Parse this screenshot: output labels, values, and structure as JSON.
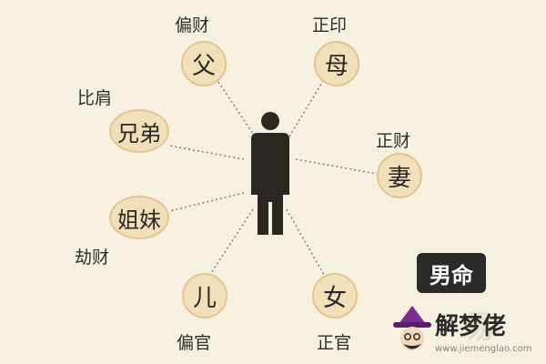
{
  "diagram": {
    "center_icon": "person-silhouette-icon",
    "line_style": "dotted",
    "line_color": "#8a8478",
    "node_fill": "#f0dfb8",
    "node_border": "#e2c48e",
    "nodes": [
      {
        "id": "father",
        "text": "父",
        "role": "偏财"
      },
      {
        "id": "mother",
        "text": "母",
        "role": "正印"
      },
      {
        "id": "brothers",
        "text": "兄弟",
        "role": "比肩"
      },
      {
        "id": "wife",
        "text": "妻",
        "role": "正财"
      },
      {
        "id": "sisters",
        "text": "姐妹",
        "role": "劫财"
      },
      {
        "id": "son",
        "text": "儿",
        "role": "偏官"
      },
      {
        "id": "daughter",
        "text": "女",
        "role": "正官"
      }
    ]
  },
  "badge": {
    "text": "男命",
    "color": "#2b2a28"
  },
  "watermark": {
    "logo_icon": "wizard-face-icon",
    "name": "解梦佬",
    "ghost_text": "易",
    "url": "www.jiemenglao.com"
  }
}
